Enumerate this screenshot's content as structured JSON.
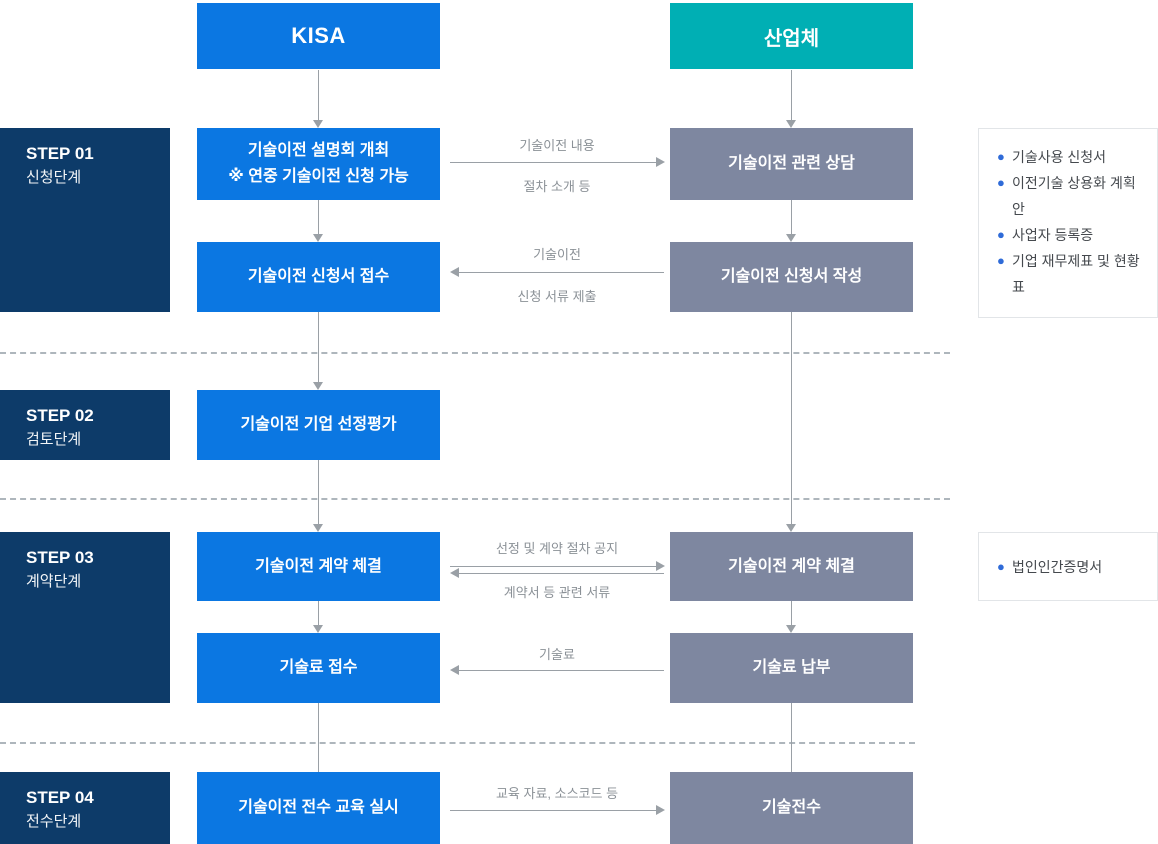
{
  "colors": {
    "kisa_blue": "#0B77E2",
    "industry_teal": "#00AFB4",
    "step_navy": "#0D3B69",
    "industry_gray": "#7E87A0",
    "line_gray": "#9AA0A6",
    "label_gray": "#8B9197",
    "panel_border": "#E2E5E8",
    "panel_text": "#45494E",
    "bullet_blue": "#2F6BD8"
  },
  "kisa_column": {
    "header": "KISA",
    "boxes": [
      {
        "line1": "기술이전 설명회 개최",
        "line2": "※ 연중 기술이전 신청 가능"
      },
      {
        "line1": "기술이전 신청서 접수"
      },
      {
        "line1": "기술이전 기업 선정평가"
      },
      {
        "line1": "기술이전 계약 체결"
      },
      {
        "line1": "기술료 접수"
      },
      {
        "line1": "기술이전 전수 교육 실시"
      }
    ]
  },
  "industry_column": {
    "header": "산업체",
    "boxes": [
      {
        "label": "기술이전 관련 상담"
      },
      {
        "label": "기술이전 신청서 작성"
      },
      {
        "label": "기술이전 계약 체결"
      },
      {
        "label": "기술료 납부"
      },
      {
        "label": "기술전수"
      }
    ]
  },
  "steps": [
    {
      "id": "STEP 01",
      "name": "신청단계"
    },
    {
      "id": "STEP 02",
      "name": "검토단계"
    },
    {
      "id": "STEP 03",
      "name": "계약단계"
    },
    {
      "id": "STEP 04",
      "name": "전수단계"
    }
  ],
  "arrows": [
    {
      "top": "기술이전 내용",
      "bottom": "절차 소개 등",
      "direction": "right"
    },
    {
      "top": "기술이전",
      "bottom": "신청 서류 제출",
      "direction": "left"
    },
    {
      "top": "선정 및 계약 절차 공지",
      "bottom": "계약서 등 관련 서류",
      "direction": "both"
    },
    {
      "top": "기술료",
      "direction": "left"
    },
    {
      "top": "교육 자료, 소스코드 등",
      "direction": "right"
    }
  ],
  "side_panels": [
    {
      "items": [
        "기술사용 신청서",
        "이전기술 상용화 계획안",
        "사업자 등록증",
        "기업 재무제표 및 현황표"
      ]
    },
    {
      "items": [
        "법인인간증명서"
      ]
    }
  ]
}
